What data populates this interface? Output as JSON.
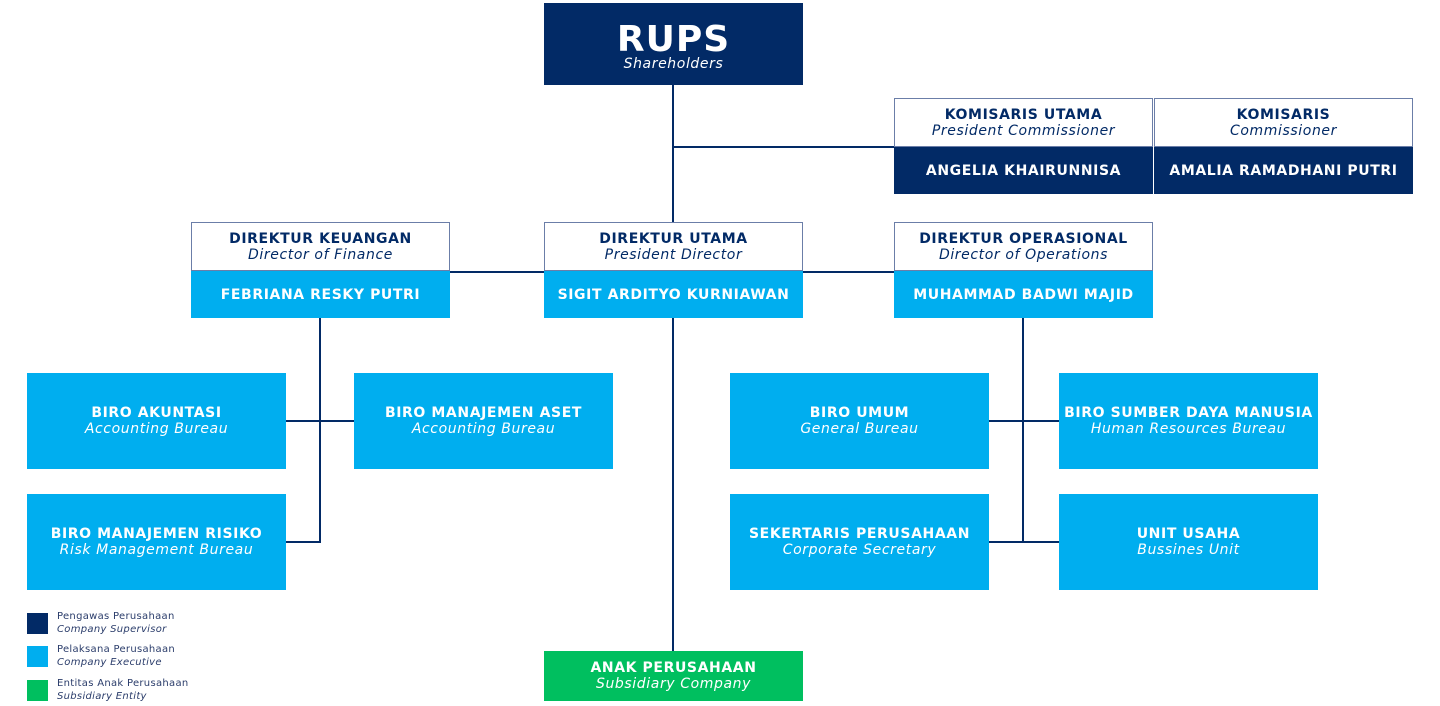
{
  "colors": {
    "supervisor": "#022a66",
    "executive": "#00aeef",
    "subsidiary": "#00bf5f",
    "connector": "#022a66"
  },
  "rups": {
    "title": "RUPS",
    "subtitle": "Shareholders"
  },
  "commissioners": [
    {
      "title": "KOMISARIS UTAMA",
      "subtitle": "President Commissioner",
      "name": "ANGELIA KHAIRUNNISA"
    },
    {
      "title": "KOMISARIS",
      "subtitle": "Commissioner",
      "name": "AMALIA RAMADHANI PUTRI"
    }
  ],
  "directors": [
    {
      "title": "DIREKTUR KEUANGAN",
      "subtitle": "Director of Finance",
      "name": "FEBRIANA RESKY PUTRI"
    },
    {
      "title": "DIREKTUR UTAMA",
      "subtitle": "President Director",
      "name": "SIGIT ARDITYO KURNIAWAN"
    },
    {
      "title": "DIREKTUR OPERASIONAL",
      "subtitle": "Director of Operations",
      "name": "MUHAMMAD BADWI MAJID"
    }
  ],
  "bureaus": [
    {
      "title": "BIRO AKUNTASI",
      "subtitle": "Accounting Bureau"
    },
    {
      "title": "BIRO MANAJEMEN ASET",
      "subtitle": "Accounting Bureau"
    },
    {
      "title": "BIRO MANAJEMEN RISIKO",
      "subtitle": "Risk Management Bureau"
    },
    {
      "title": "BIRO UMUM",
      "subtitle": "General Bureau"
    },
    {
      "title": "BIRO SUMBER DAYA MANUSIA",
      "subtitle": "Human Resources Bureau"
    },
    {
      "title": "SEKERTARIS PERUSAHAAN",
      "subtitle": "Corporate Secretary"
    },
    {
      "title": "UNIT USAHA",
      "subtitle": "Bussines Unit"
    }
  ],
  "subsidiary": {
    "title": "ANAK PERUSAHAAN",
    "subtitle": "Subsidiary Company"
  },
  "legend": [
    {
      "label": "Pengawas Perusahaan",
      "sublabel": "Company Supervisor"
    },
    {
      "label": "Pelaksana Perusahaan",
      "sublabel": "Company Executive"
    },
    {
      "label": "Entitas Anak Perusahaan",
      "sublabel": "Subsidiary Entity"
    }
  ]
}
